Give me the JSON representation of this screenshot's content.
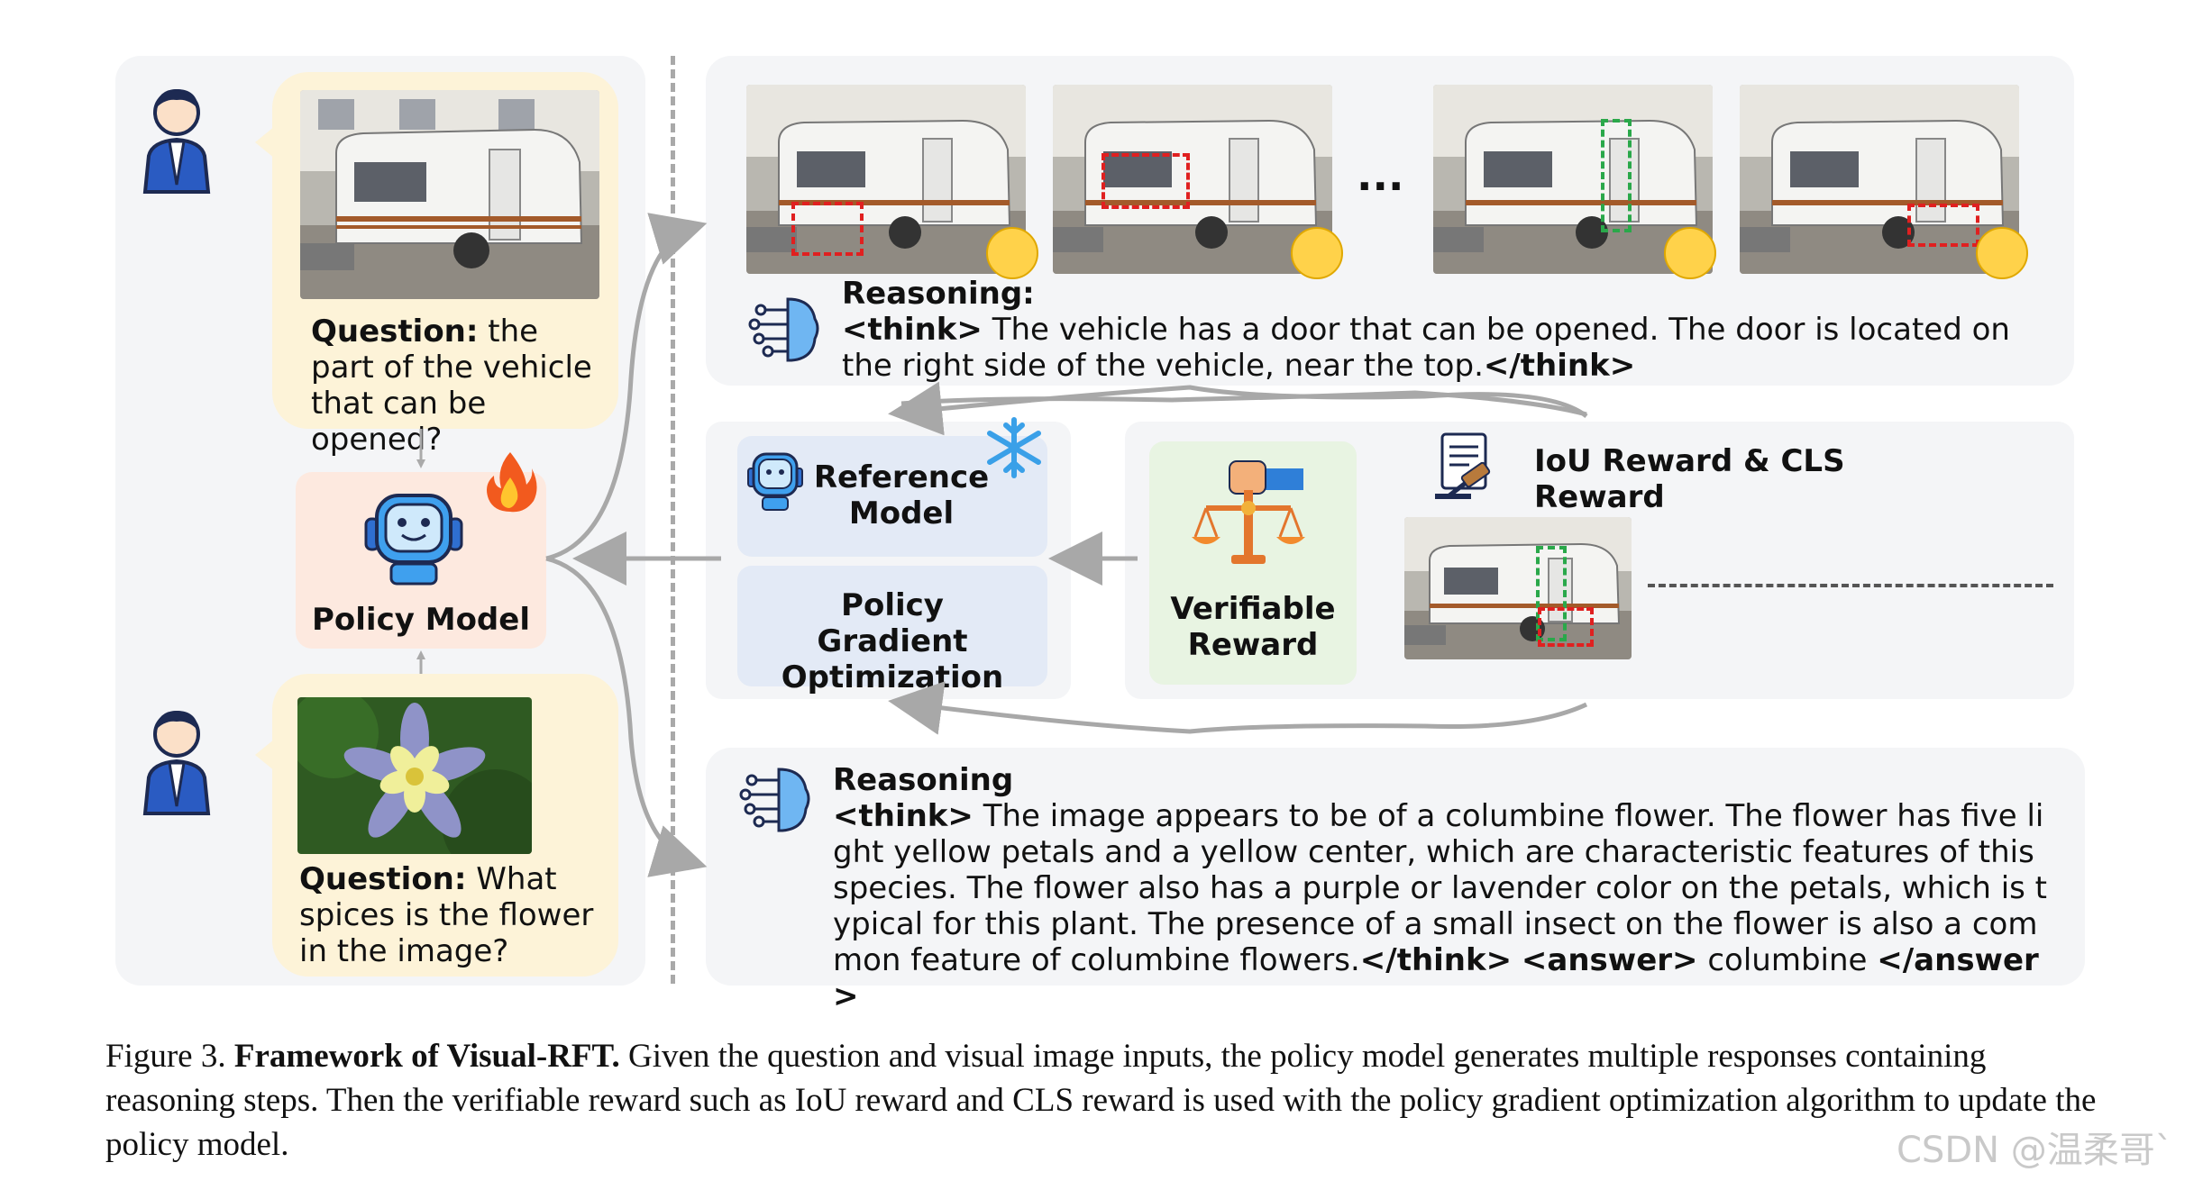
{
  "left_panel": {
    "q1_prefix": "Question:",
    "q1_text": " the part of the vehicle that can be opened?",
    "q2_prefix": "Question:",
    "q2_text": " What spices is the flower in the image?",
    "policy_model": "Policy Model"
  },
  "top_panel": {
    "ellipsis": "...",
    "reasoning_title": "Reasoning:",
    "think_open": "<think>",
    "reasoning_body": " The vehicle has a door that can be opened. The door is located on the right side of the vehicle, near the top.",
    "think_close": "</think>"
  },
  "middle": {
    "reference_model": "Reference Model",
    "pgo": "Policy Gradient Optimization",
    "verifiable_reward": "Verifiable Reward",
    "reward_title": "IoU Reward & CLS Reward"
  },
  "bottom_panel": {
    "reasoning_title": "Reasoning",
    "think_open": "<think>",
    "reasoning_body": " The image appears to be of a columbine flower. The flower has five light yellow petals and a yellow center, which are characteristic features of this species. The flower also has a purple or lavender color on the petals, which is typical for this plant. The presence of a small insect on the flower is also a common feature of columbine flowers.",
    "think_close": "</think>",
    "answer_open": "<answer>",
    "answer_value": " columbine ",
    "answer_close": "</answer>"
  },
  "caption": {
    "figure_no": "Figure 3.",
    "title": "Framework of Visual-RFT.",
    "body": " Given the question and visual image inputs, the policy model generates multiple responses containing reasoning steps. Then the verifiable reward such as IoU reward and CLS reward is used with the policy gradient optimization algorithm to update the policy model."
  },
  "watermark": "CSDN @温柔哥`",
  "colors": {
    "panel_bg": "#f4f5f7",
    "bubble_bg": "#fdf3d8",
    "policy_bg": "#fde9df",
    "model_box_bg": "#e3eaf6",
    "reward_box_bg": "#e8f4e2",
    "bbox_red": "#e02020",
    "bbox_green": "#2aa84a"
  }
}
